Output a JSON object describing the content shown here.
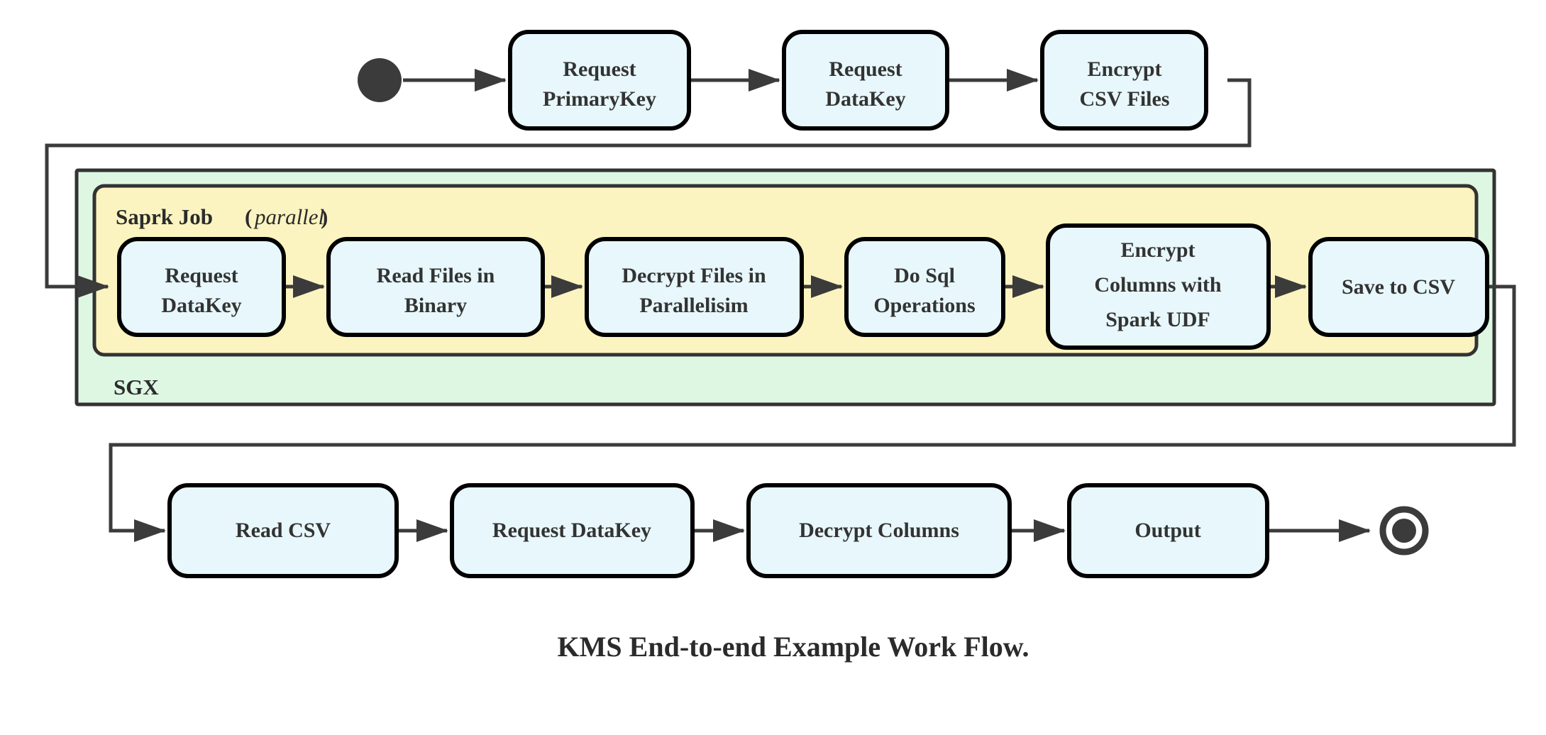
{
  "figure": {
    "caption": "KMS End-to-end Example Work Flow.",
    "colors": {
      "node_fill": "#e7f7fb",
      "node_stroke": "#000000",
      "sgx_fill": "#ddf7e3",
      "spark_fill": "#fcf4c0",
      "edge": "#3b3b3b",
      "text": "#333333",
      "background": "#ffffff"
    }
  },
  "groups": {
    "sgx": {
      "label": "SGX"
    },
    "spark": {
      "label": "Saprk Job",
      "qualifier": "(parallel)",
      "qualifier_open": "(",
      "qualifier_word": "parallel",
      "qualifier_close": ")"
    }
  },
  "terminals": {
    "start": {
      "name": "start-node"
    },
    "end": {
      "name": "end-node"
    }
  },
  "rows": {
    "top": [
      {
        "id": "request-primarykey",
        "lines": [
          "Request",
          "PrimaryKey"
        ]
      },
      {
        "id": "request-datakey-top",
        "lines": [
          "Request",
          "DataKey"
        ]
      },
      {
        "id": "encrypt-csv-files",
        "lines": [
          "Encrypt",
          "CSV Files"
        ]
      }
    ],
    "spark": [
      {
        "id": "request-datakey-spark",
        "lines": [
          "Request",
          "DataKey"
        ]
      },
      {
        "id": "read-files-in-binary",
        "lines": [
          "Read Files in",
          "Binary"
        ]
      },
      {
        "id": "decrypt-files-in-parallelisim",
        "lines": [
          "Decrypt Files in",
          "Parallelisim"
        ]
      },
      {
        "id": "do-sql-operations",
        "lines": [
          "Do Sql",
          "Operations"
        ]
      },
      {
        "id": "encrypt-columns-with-spark-udf",
        "lines": [
          "Encrypt",
          "Columns with",
          "Spark UDF"
        ]
      },
      {
        "id": "save-to-csv",
        "lines": [
          "Save to CSV"
        ]
      }
    ],
    "bottom": [
      {
        "id": "read-csv",
        "lines": [
          "Read CSV"
        ]
      },
      {
        "id": "request-datakey-bottom",
        "lines": [
          "Request DataKey"
        ]
      },
      {
        "id": "decrypt-columns",
        "lines": [
          "Decrypt Columns"
        ]
      },
      {
        "id": "output",
        "lines": [
          "Output"
        ]
      }
    ]
  },
  "labels": {
    "n0l0": "Request",
    "n0l1": "PrimaryKey",
    "n1l0": "Request",
    "n1l1": "DataKey",
    "n2l0": "Encrypt",
    "n2l1": "CSV Files",
    "s0l0": "Request",
    "s0l1": "DataKey",
    "s1l0": "Read Files in",
    "s1l1": "Binary",
    "s2l0": "Decrypt Files in",
    "s2l1": "Parallelisim",
    "s3l0": "Do Sql",
    "s3l1": "Operations",
    "s4l0": "Encrypt",
    "s4l1": "Columns with",
    "s4l2": "Spark UDF",
    "s5l0": "Save to CSV",
    "b0l0": "Read CSV",
    "b1l0": "Request DataKey",
    "b2l0": "Decrypt Columns",
    "b3l0": "Output",
    "sgx": "SGX",
    "spark_bold": "Saprk Job",
    "spark_italic": "parallel",
    "caption": "KMS End-to-end Example Work Flow."
  }
}
